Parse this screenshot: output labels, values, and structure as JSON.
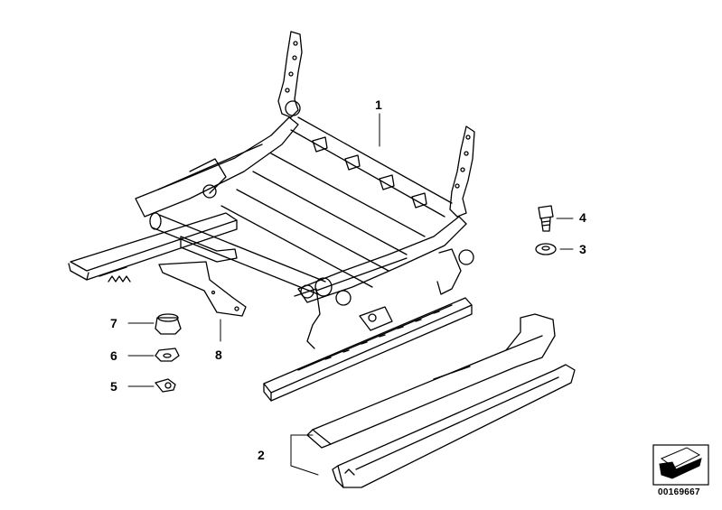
{
  "callouts": {
    "c1": "1",
    "c2": "2",
    "c3": "3",
    "c4": "4",
    "c5": "5",
    "c6": "6",
    "c7": "7",
    "c8": "8"
  },
  "document_id": "00169667",
  "icons": {
    "seat_frame": "seat-frame-assembly-drawing",
    "rail_cover": "rail-cover-drawing",
    "bolt": "bolt-drawing",
    "washer": "washer-drawing",
    "nut": "nut-drawing",
    "cap": "cap-drawing",
    "clip": "cable-clip-drawing",
    "plate": "plate-drawing",
    "orientation": "orientation-arrow-icon"
  }
}
